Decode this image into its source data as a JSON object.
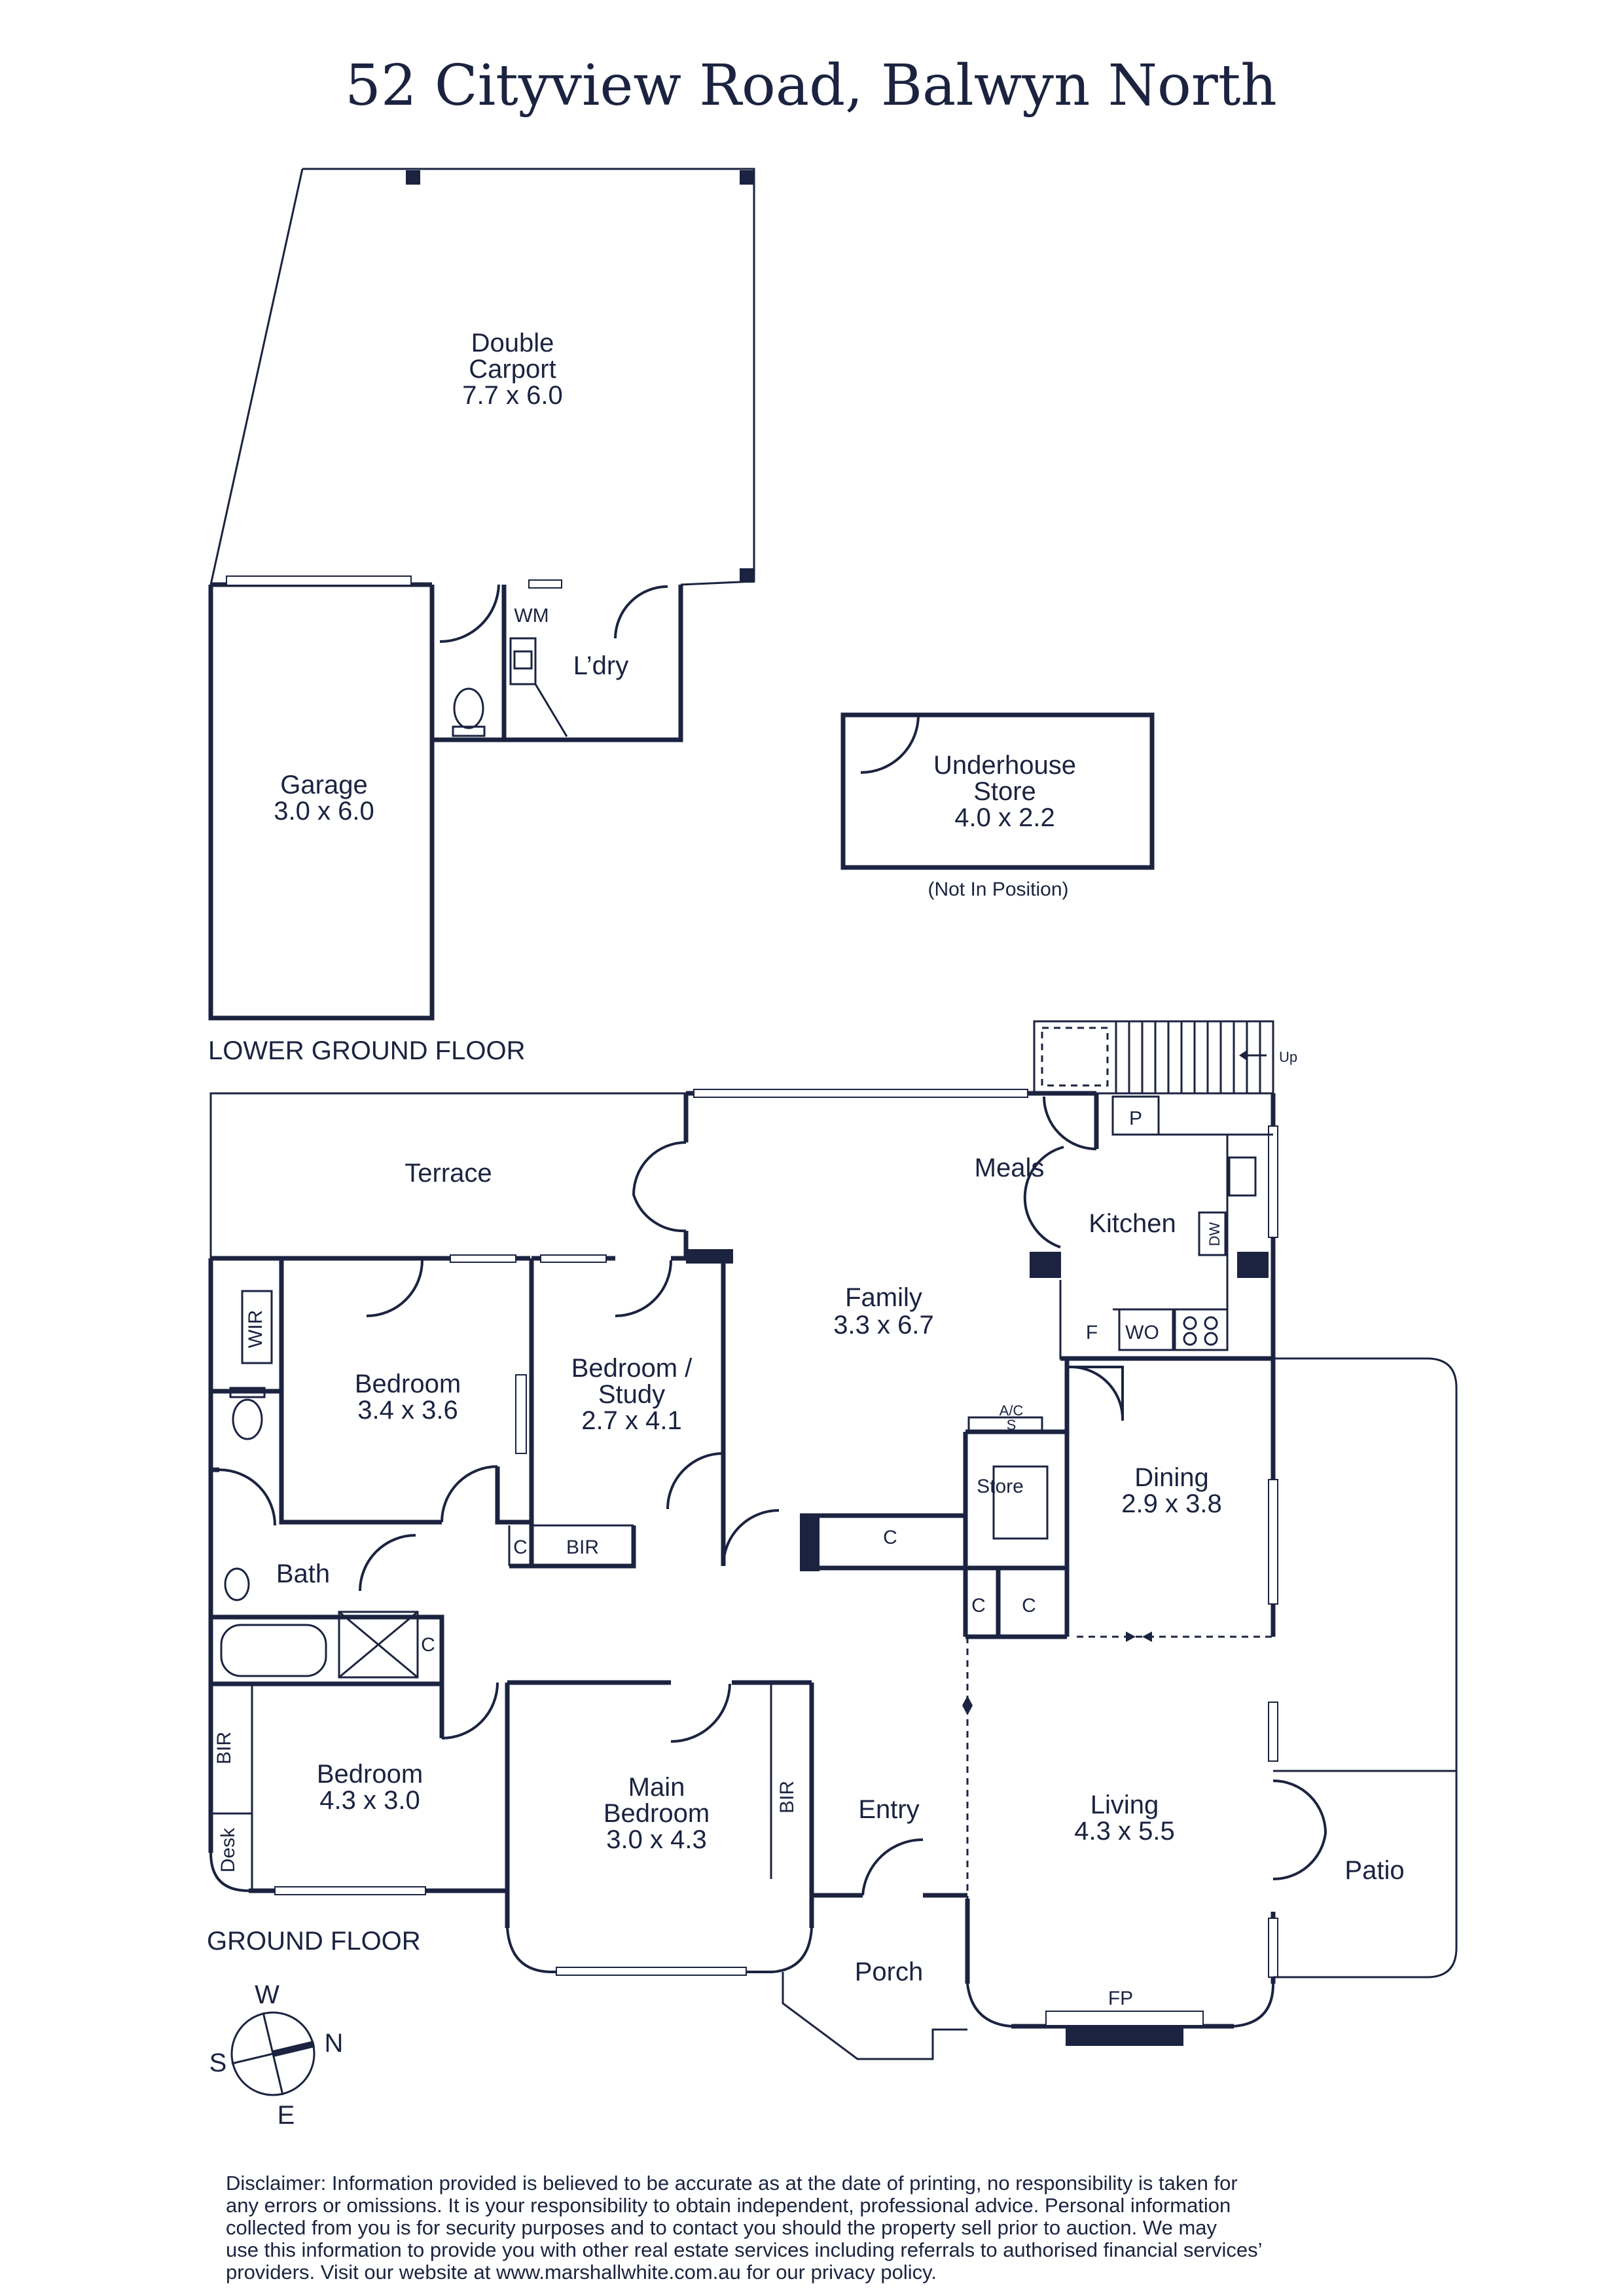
{
  "title": "52 Cityview Road, Balwyn North",
  "floors": {
    "lower": "LOWER GROUND FLOOR",
    "ground": "GROUND FLOOR"
  },
  "rooms": {
    "carport": [
      "Double",
      "Carport",
      "7.7 x 6.0"
    ],
    "garage": [
      "Garage",
      "3.0 x 6.0"
    ],
    "laundry": "L’dry",
    "wm": "WM",
    "underhouse": [
      "Underhouse",
      "Store",
      "4.0 x 2.2"
    ],
    "not_in_position": "(Not In Position)",
    "terrace": "Terrace",
    "meals": "Meals",
    "kitchen": "Kitchen",
    "pantry": "P",
    "dw": "DW",
    "fridge": "F",
    "wall_oven": "WO",
    "up": "Up",
    "family": [
      "Family",
      "3.3 x 6.7"
    ],
    "wir": "WIR",
    "bedroom1": [
      "Bedroom",
      "3.4 x 3.6"
    ],
    "study": [
      "Bedroom /",
      "Study",
      "2.7 x 4.1"
    ],
    "bath": "Bath",
    "cupboard": "C",
    "bir": "BIR",
    "ac": "A/C",
    "s": "S",
    "store": "Store",
    "dining": [
      "Dining",
      "2.9 x 3.8"
    ],
    "bedroom2": [
      "Bedroom",
      "4.3 x 3.0"
    ],
    "desk": "Desk",
    "main_bedroom": [
      "Main",
      "Bedroom",
      "3.0 x 4.3"
    ],
    "entry": "Entry",
    "living": [
      "Living",
      "4.3 x 5.5"
    ],
    "patio": "Patio",
    "porch": "Porch",
    "fp": "FP"
  },
  "compass": {
    "w": "W",
    "n": "N",
    "s": "S",
    "e": "E"
  },
  "disclaimer": [
    "Disclaimer: Information provided is believed to be accurate as at the date of printing, no responsibility is taken for",
    "any errors or omissions. It is your responsibility to obtain independent, professional advice. Personal information",
    "collected from you is for security purposes and to contact you should the property sell prior to auction. We may",
    "use this information to provide you with other real estate services including referrals to authorised financial services’",
    "providers. Visit our website at www.marshallwhite.com.au for our privacy policy."
  ],
  "colors": {
    "ink": "#1b2340",
    "background": "#ffffff"
  }
}
